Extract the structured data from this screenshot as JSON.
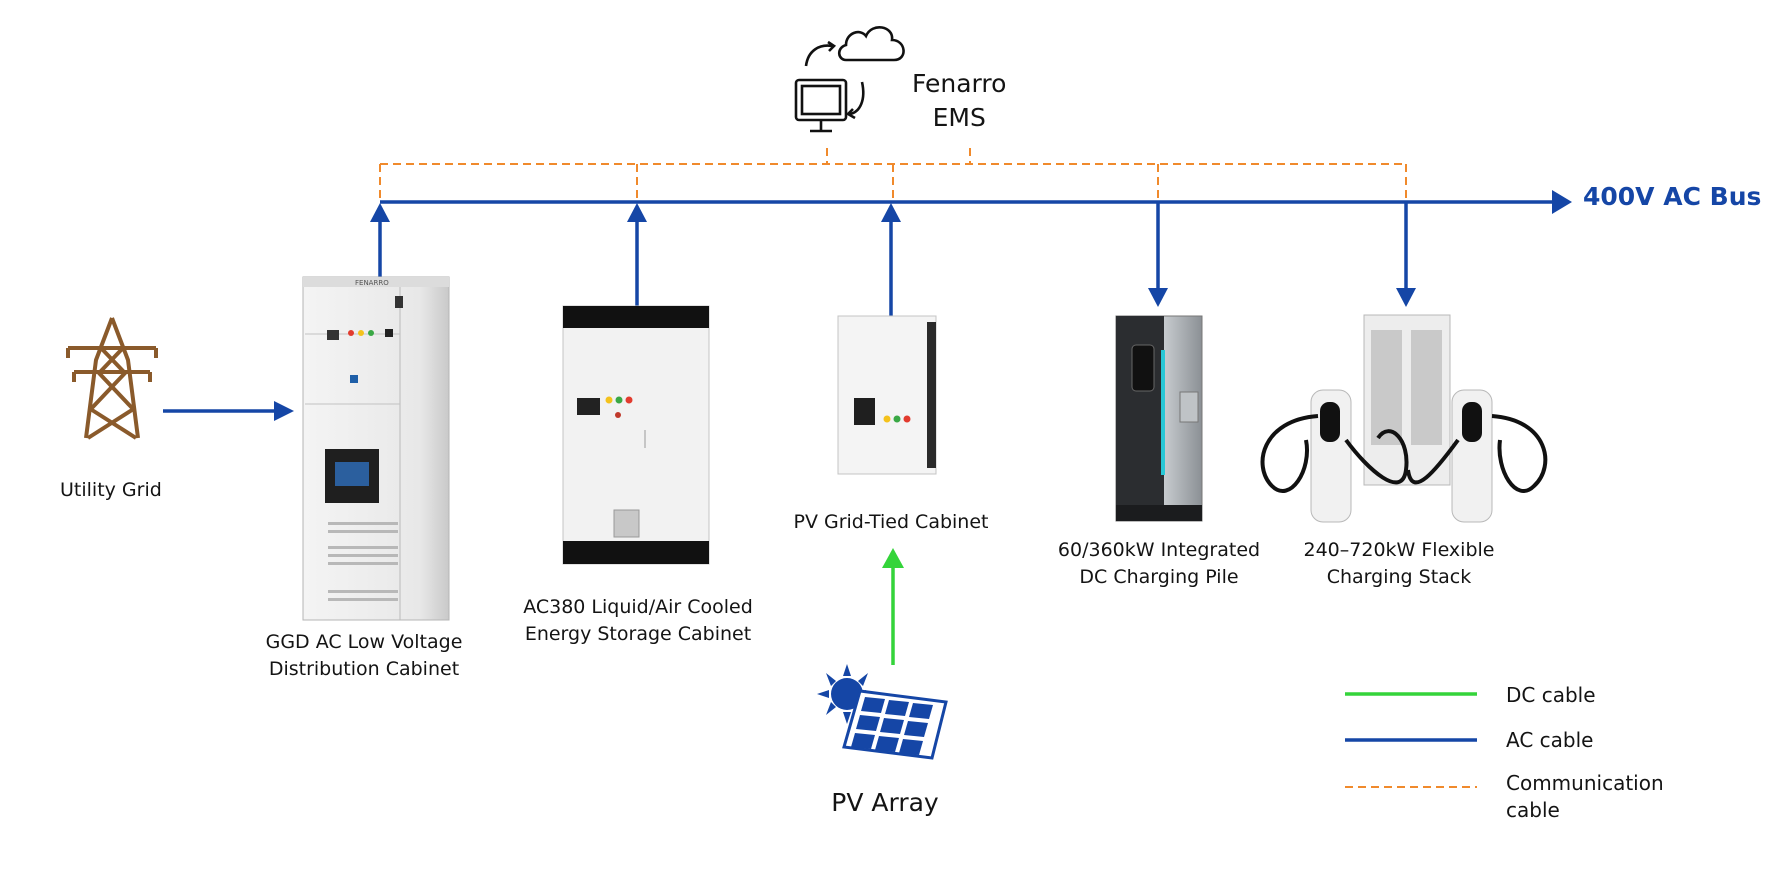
{
  "ems": {
    "line1": "Fenarro",
    "line2": "EMS",
    "brand_text": "FENARRO"
  },
  "bus": {
    "label": "400V AC Bus"
  },
  "nodes": {
    "utility_grid": {
      "label": "Utility Grid"
    },
    "ggd": {
      "line1": "GGD AC Low Voltage",
      "line2": "Distribution Cabinet"
    },
    "storage": {
      "line1": "AC380 Liquid/Air Cooled",
      "line2": "Energy Storage Cabinet"
    },
    "pv_cabinet": {
      "label": "PV Grid-Tied Cabinet"
    },
    "pv_array": {
      "label": "PV Array"
    },
    "dc_pile": {
      "line1": "60/360kW Integrated",
      "line2": "DC Charging Pile"
    },
    "stack": {
      "line1": "240–720kW Flexible",
      "line2": "Charging Stack"
    }
  },
  "legend": [
    {
      "label": "DC cable",
      "color": "#34d43a",
      "style": "solid"
    },
    {
      "label": "AC cable",
      "color": "#1546a6",
      "style": "solid"
    },
    {
      "label": "Communication cable",
      "line1": "Communication",
      "line2": "cable",
      "color": "#f08a2c",
      "style": "dashed"
    }
  ],
  "colors": {
    "ac": "#1546a6",
    "dc": "#34d43a",
    "comm": "#f08a2c",
    "grid_tower": "#8a5a2b",
    "pv_panel": "#1546a6"
  }
}
